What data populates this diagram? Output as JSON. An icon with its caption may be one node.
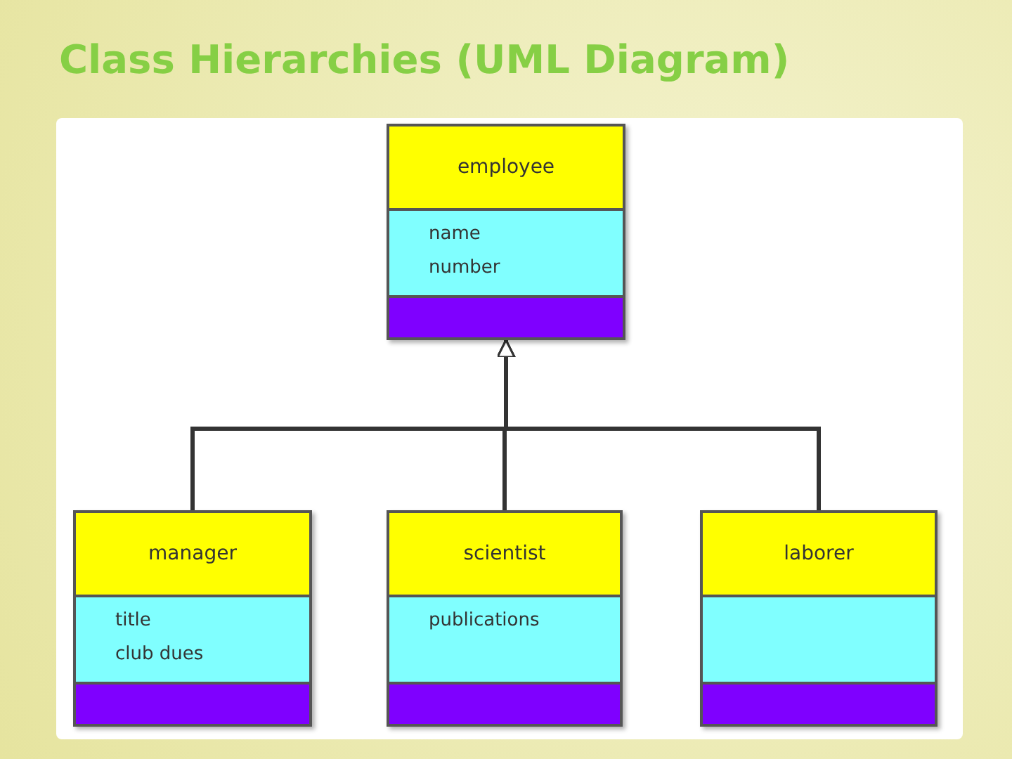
{
  "diagram": {
    "title": "Class Hierarchies (UML Diagram)",
    "nodes": [
      {
        "text": [
          "employee",
          "name",
          "number"
        ]
      },
      {
        "text": [
          "manager",
          "title",
          "club dues"
        ]
      },
      {
        "text": [
          "scientist",
          "publications"
        ]
      },
      {
        "text": [
          "laborer"
        ]
      }
    ],
    "edges": [
      {
        "from": 1,
        "to": 0,
        "arrow": "to"
      },
      {
        "from": 2,
        "to": 0,
        "arrow": "to"
      },
      {
        "from": 3,
        "to": 0,
        "arrow": "to"
      }
    ]
  }
}
